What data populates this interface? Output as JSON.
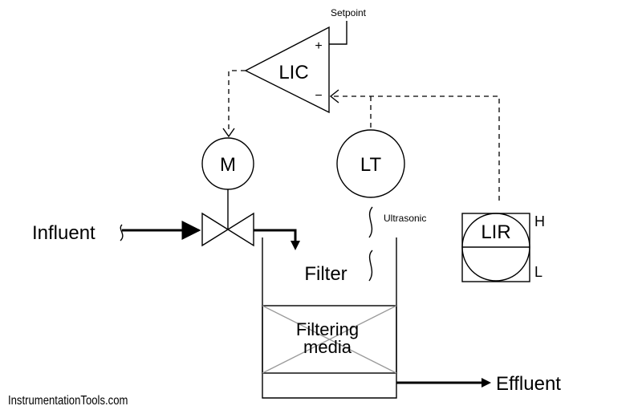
{
  "labels": {
    "setpoint": "Setpoint",
    "plus": "+",
    "minus": "−",
    "lic": "LIC",
    "motor": "M",
    "lt": "LT",
    "ultrasonic": "Ultrasonic",
    "lir": "LIR",
    "high": "H",
    "low": "L",
    "influent": "Influent",
    "filter": "Filter",
    "media_line1": "Filtering",
    "media_line2": "media",
    "effluent": "Effluent"
  },
  "watermark": "InstrumentationTools.com"
}
